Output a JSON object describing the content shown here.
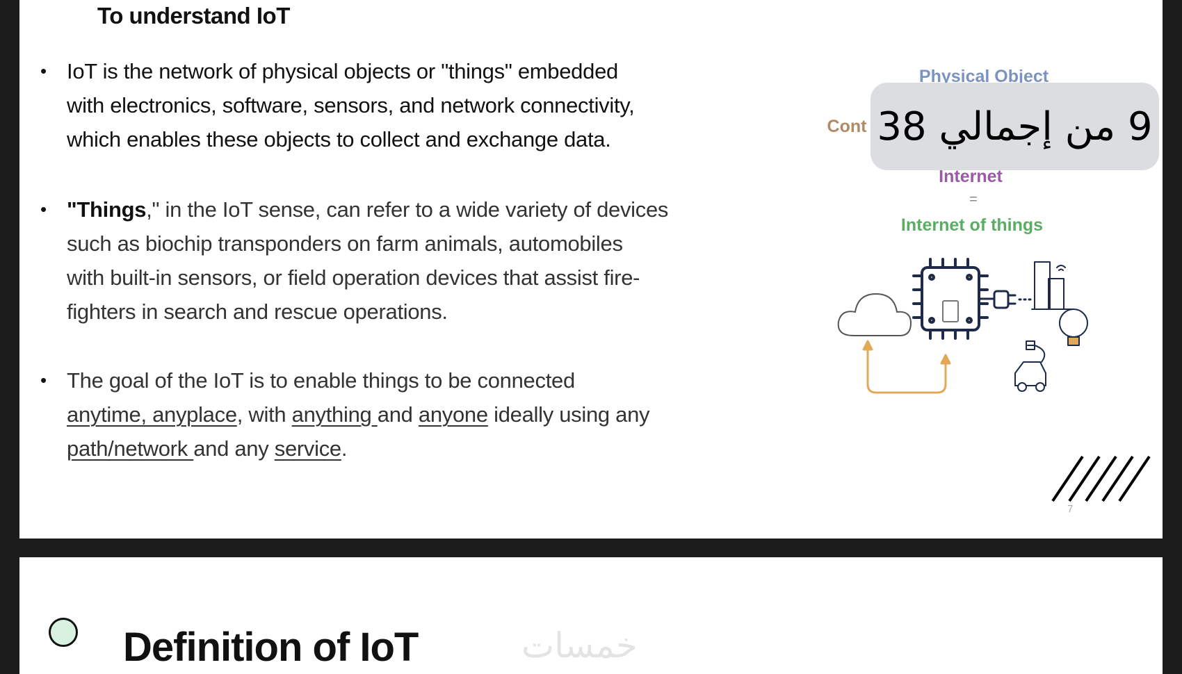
{
  "slide1": {
    "title": "To understand IoT",
    "bullet_char": "•",
    "bullet1": {
      "lines": [
        "IoT is the network of physical objects or \"things\" embedded",
        "with electronics, software, sensors, and network connectivity,",
        "which enables these objects to collect and exchange data."
      ]
    },
    "bullet2": {
      "bold_word": "\"Things",
      "line1_rest": ",\" in the IoT sense, can refer to a wide variety of devices",
      "lines": [
        "such as biochip transponders on farm animals, automobiles",
        "with built-in sensors, or field operation devices that assist fire-",
        "fighters in search and rescue operations."
      ]
    },
    "bullet3": {
      "line1": "The goal of the IoT is to enable things to be connected",
      "anytime": "anytime, anyplace",
      "t1": ", with ",
      "anything": "anything ",
      "t2": "and ",
      "anyone": "anyone",
      "t3": " ideally using any",
      "path": "path/network ",
      "t4": "and any ",
      "service": "service",
      "t5": "."
    },
    "diagram": {
      "physical_object": "Physical Object",
      "controller": "Cont",
      "internet": "Internet",
      "equals": "=",
      "iot": "Internet of things"
    },
    "page_number": "7"
  },
  "overlay": {
    "page_counter": "9 من إجمالي 38"
  },
  "slide2": {
    "title": "Definition of IoT",
    "watermark": "خمسات"
  },
  "colors": {
    "background": "#1c1c1c",
    "overlay": "#dcdde0",
    "circle_fill": "#d9f2e0",
    "accent_orange": "#e3a857",
    "chip_navy": "#1f2a4a"
  }
}
